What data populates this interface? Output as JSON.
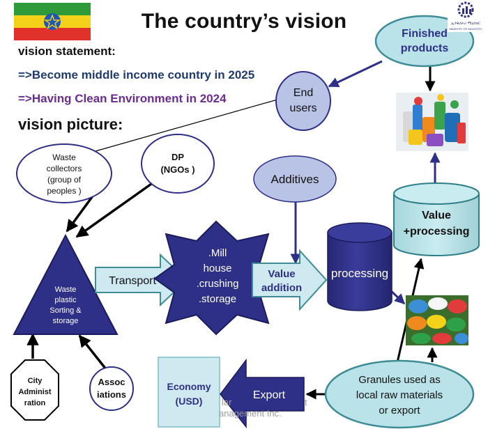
{
  "title": "The country’s vision",
  "vision": {
    "statement_label": "vision statement:",
    "line1": "=>Become middle income country in 2025",
    "line2": "=>Having Clean Environment in 2024",
    "picture_label": "vision picture:"
  },
  "nodes": {
    "finished_products": [
      "Finished",
      "products"
    ],
    "end_users": [
      "End",
      "users"
    ],
    "waste_collectors": [
      "Waste",
      "collectors",
      "(group of",
      "peoples )"
    ],
    "dp": [
      "DP",
      "(NGOs )"
    ],
    "additives": "Additives",
    "waste_plastic": [
      "Waste",
      "plastic",
      "Sorting &",
      "storage"
    ],
    "transport": "Transport",
    "mill_house": [
      ".Mill",
      "house",
      ".crushing",
      ".storage"
    ],
    "value_addition": [
      "Value",
      "addition"
    ],
    "processing": "processing",
    "value_processing": [
      "Value",
      "+processing"
    ],
    "city_admin": [
      "City",
      "Administ",
      "ration"
    ],
    "associations": [
      "Assoc",
      "iations"
    ],
    "economy": [
      "Economy",
      "(USD)"
    ],
    "export": "Export",
    "granules": [
      "Granules used as",
      "local raw materials",
      "or export"
    ]
  },
  "watermark": [
    "lar",
    "t",
    "anagement Inc."
  ],
  "logo_text": [
    "ኢንዱስትሪ ሚኒስቴር",
    "MINISTRY OF INDUSTRY"
  ],
  "colors": {
    "navy": "#2e2f86",
    "light_teal": "#b9e3e8",
    "light_blue": "#cfe9f0",
    "lavender": "#b9c3e6",
    "flag_green": "#2f9a3a",
    "flag_yellow": "#f4d21a",
    "flag_red": "#e0322b",
    "flag_emblem": "#1e57b8"
  },
  "icons": {
    "flag": "ethiopia-flag-icon",
    "logo": "ministry-logo-icon",
    "products_photo": "plastic-products-photo",
    "granules_photo": "plastic-granules-photo"
  }
}
